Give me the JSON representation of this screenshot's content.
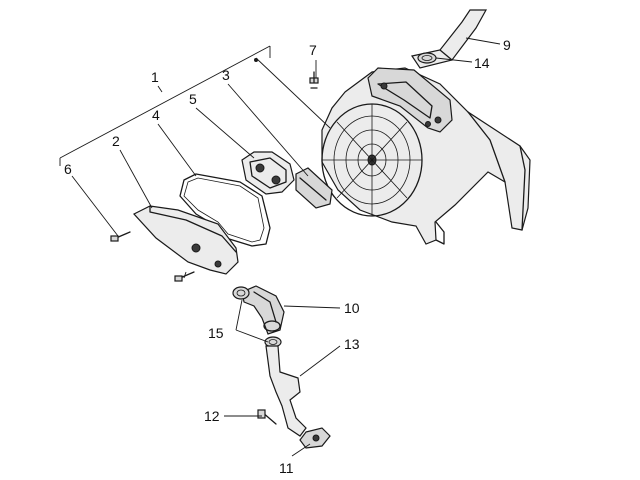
{
  "callouts": [
    {
      "id": "1",
      "label": "1"
    },
    {
      "id": "2",
      "label": "2"
    },
    {
      "id": "3",
      "label": "3"
    },
    {
      "id": "4",
      "label": "4"
    },
    {
      "id": "5",
      "label": "5"
    },
    {
      "id": "6",
      "label": "6"
    },
    {
      "id": "7",
      "label": "7"
    },
    {
      "id": "9",
      "label": "9"
    },
    {
      "id": "10",
      "label": "10"
    },
    {
      "id": "11",
      "label": "11"
    },
    {
      "id": "12",
      "label": "12"
    },
    {
      "id": "13",
      "label": "13"
    },
    {
      "id": "14",
      "label": "14"
    },
    {
      "id": "15",
      "label": "15"
    }
  ],
  "colors": {
    "line": "#1a1a1a",
    "fill": "#d8d8d8",
    "background": "#ffffff"
  }
}
